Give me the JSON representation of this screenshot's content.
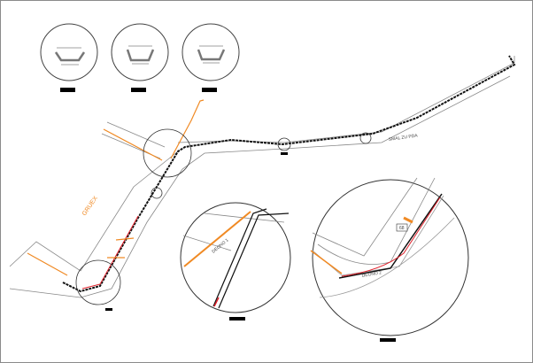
{
  "drawing": {
    "colors": {
      "line": "#555555",
      "route": "#111111",
      "utility": "#f08a24",
      "cable": "#e0202a",
      "tag": "#000000"
    },
    "labels": {
      "street_main": "SMAL ZU PDA",
      "orange_area": "GRUEX",
      "inset_small_label": "DEONO 1",
      "inset_large_label": "DEONO 2",
      "inset_large_box": "68"
    }
  }
}
